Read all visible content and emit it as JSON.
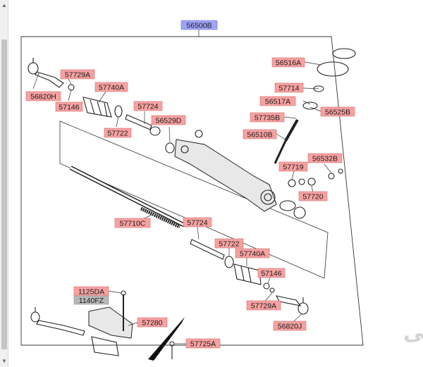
{
  "assembly_label": "56500B",
  "labels": {
    "l56516A": "56516A",
    "l57729A_top": "57729A",
    "l57740A_top": "57740A",
    "l56820H": "56820H",
    "l57146_top": "57146",
    "l57714": "57714",
    "l56517A": "56517A",
    "l57724_top": "57724",
    "l57735B": "57735B",
    "l56525B": "56525B",
    "l57722_top": "57722",
    "l56529D": "56529D",
    "l56510B": "56510B",
    "l56532B": "56532B",
    "l57719": "57719",
    "l57720": "57720",
    "l57710C": "57710C",
    "l57724_bot": "57724",
    "l57722_bot": "57722",
    "l57740A_bot": "57740A",
    "l57146_bot": "57146",
    "l57729A_bot": "57729A",
    "l56820J": "56820J",
    "l1125DA": "1125DA",
    "l1140FZ": "1140FZ",
    "l57280": "57280",
    "l57725A": "57725A"
  },
  "watermark": "باسا‌طی",
  "colors": {
    "label_red": "#f7a1a1",
    "label_blue": "#9fa3f5",
    "label_gray": "#b8b8b8"
  }
}
